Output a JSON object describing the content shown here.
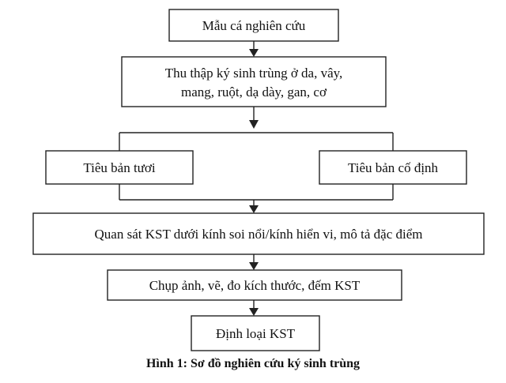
{
  "nodes": {
    "mau_ca": {
      "lines": [
        "Mẫu cá nghiên cứu"
      ]
    },
    "thu_thap": {
      "lines": [
        "Thu thập ký sinh trùng ở da, vây,",
        "mang, ruột, dạ dày, gan, cơ"
      ]
    },
    "tieu_ban_tuoi": {
      "lines": [
        "Tiêu bản tươi"
      ]
    },
    "tieu_ban_co_dinh": {
      "lines": [
        "Tiêu bản cố định"
      ]
    },
    "quan_sat": {
      "lines": [
        "Quan sát KST dưới kính soi nổi/kính hiển vi, mô tả đặc điểm"
      ]
    },
    "chup_anh": {
      "lines": [
        "Chụp ảnh, vẽ, đo kích thước, đếm KST"
      ]
    },
    "dinh_loai": {
      "lines": [
        "Định loại KST"
      ]
    }
  },
  "edges": [
    {
      "from": "mau_ca",
      "to": "thu_thap"
    },
    {
      "from": "thu_thap",
      "to": "tieu_ban_tuoi"
    },
    {
      "from": "thu_thap",
      "to": "tieu_ban_co_dinh"
    },
    {
      "from": "tieu_ban_tuoi",
      "to": "quan_sat"
    },
    {
      "from": "tieu_ban_co_dinh",
      "to": "quan_sat"
    },
    {
      "from": "quan_sat",
      "to": "chup_anh"
    },
    {
      "from": "chup_anh",
      "to": "dinh_loai"
    }
  ],
  "caption": "Hình 1: Sơ đồ nghiên cứu ký sinh trùng"
}
